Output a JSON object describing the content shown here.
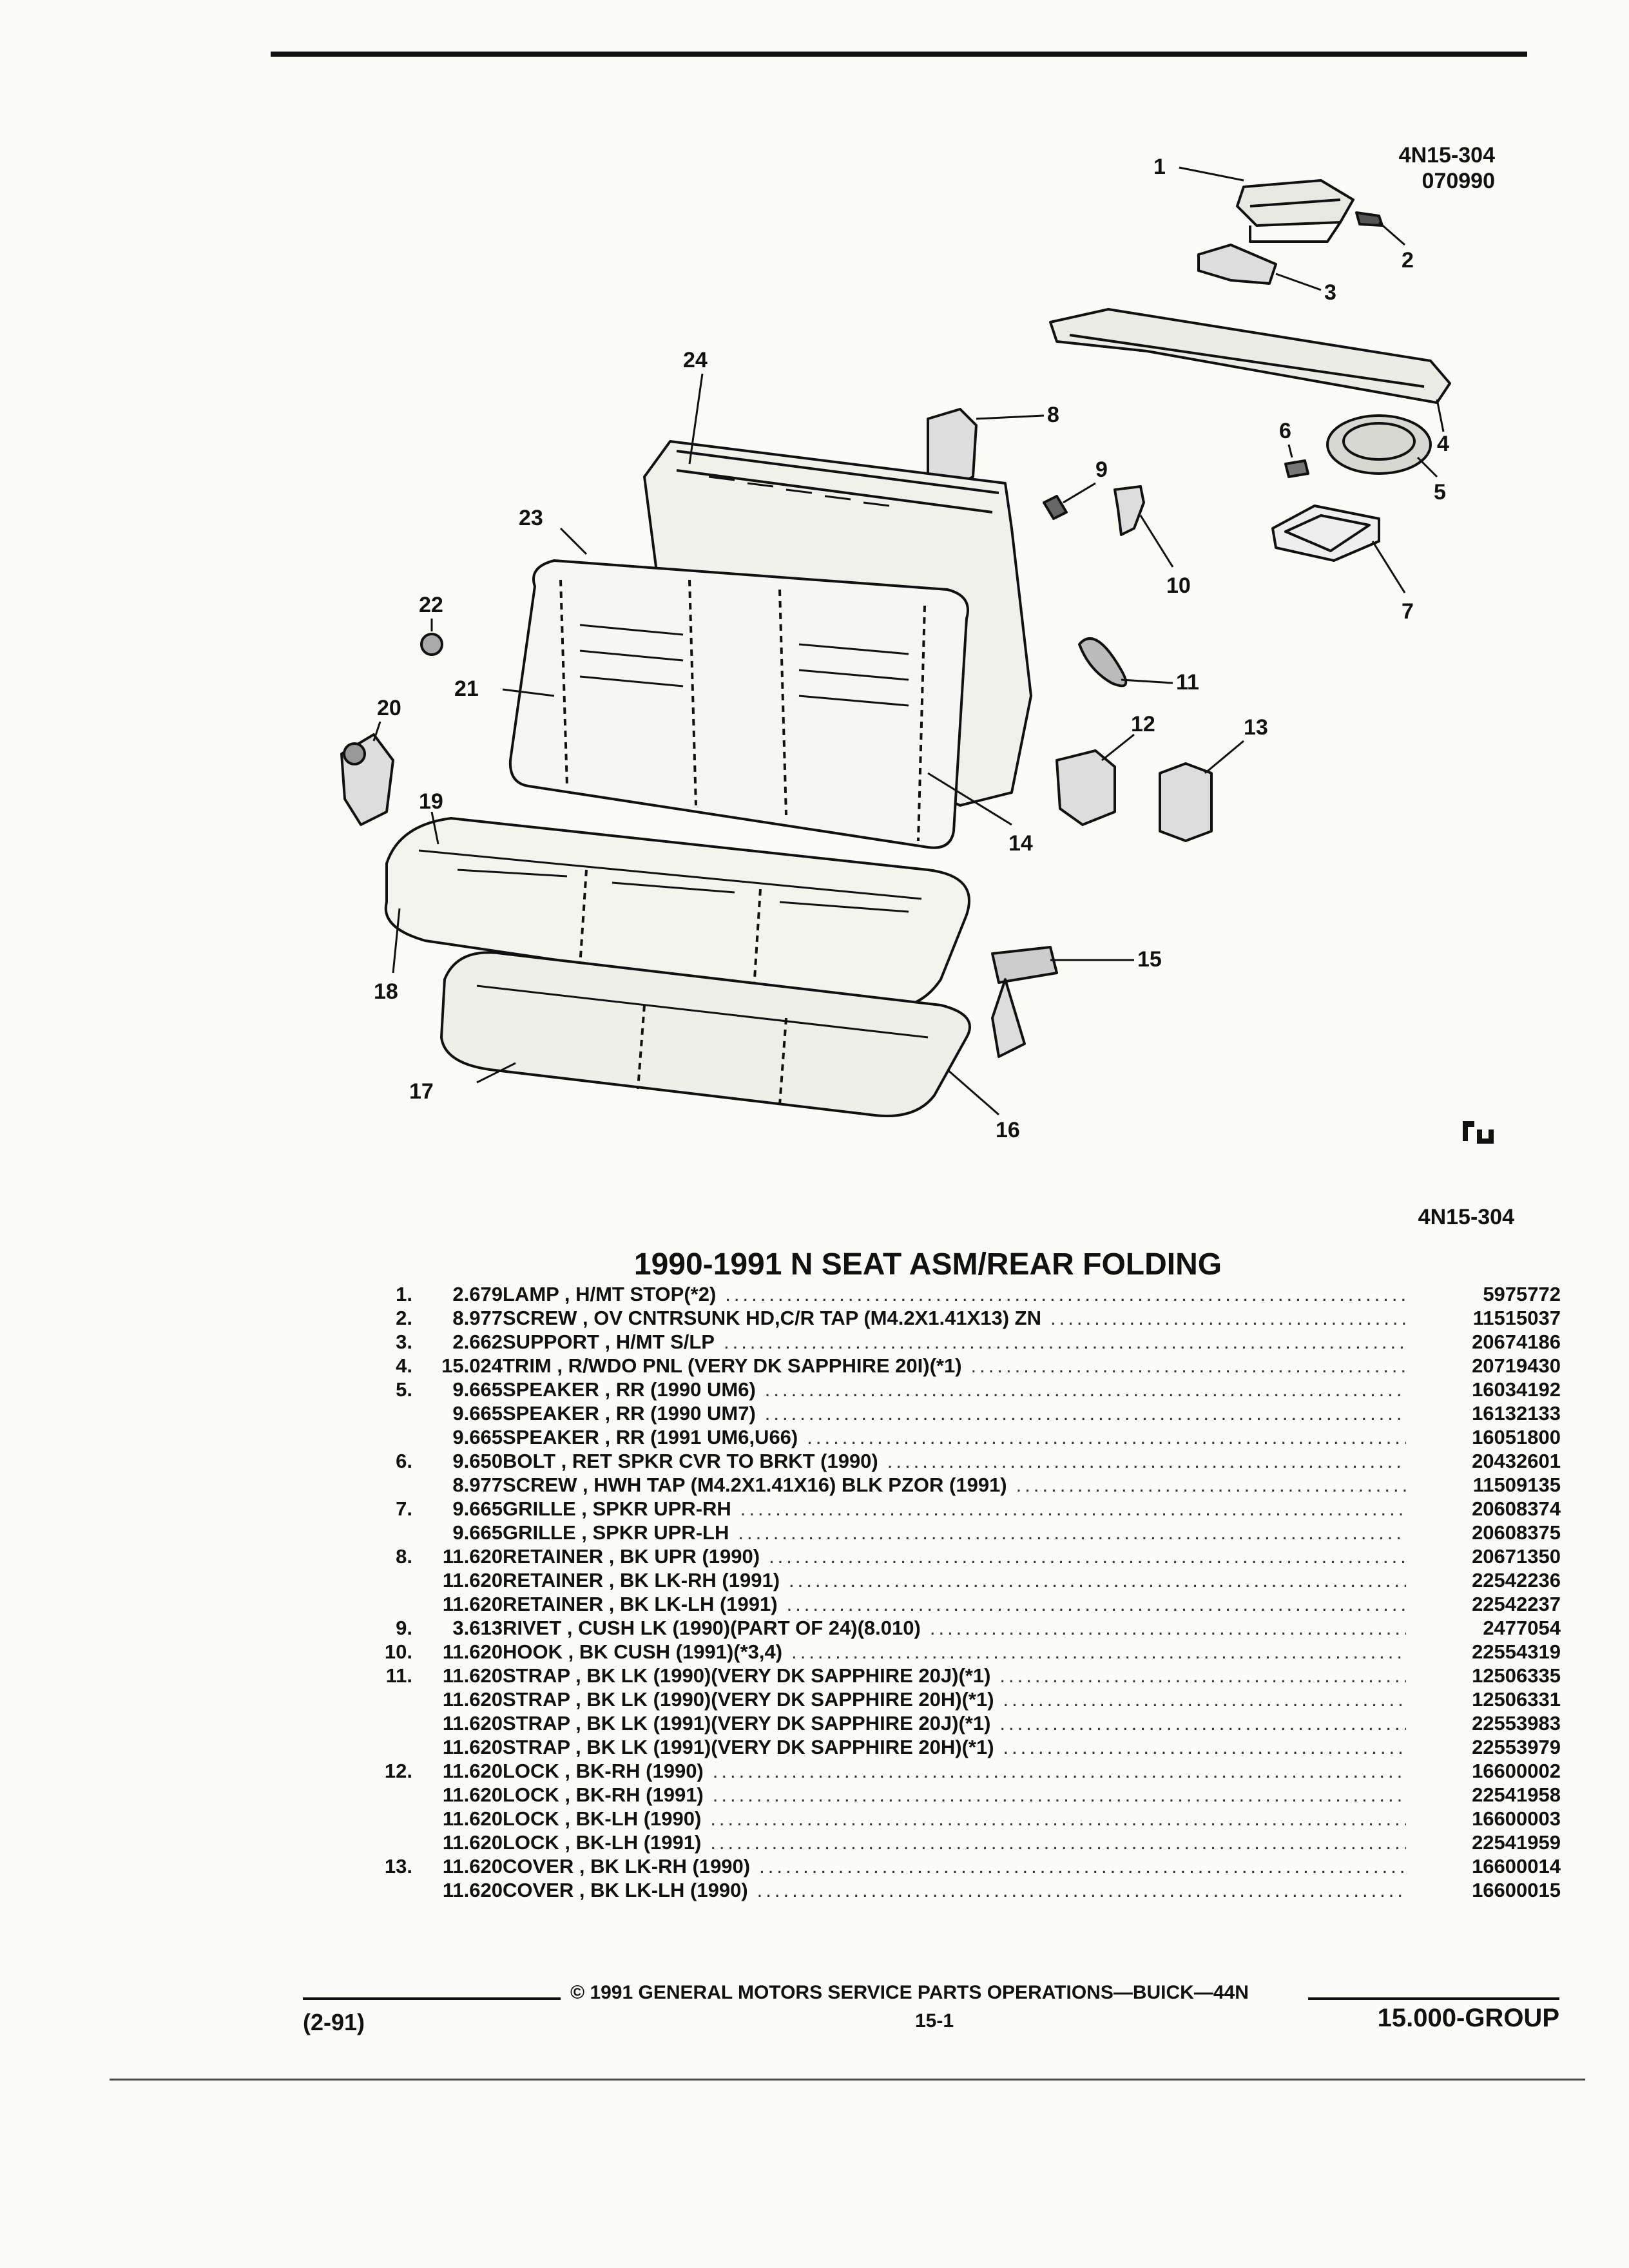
{
  "page": {
    "ref_code_top": "4N15-304",
    "ref_date_top": "070990",
    "ref_code_bottom": "4N15-304",
    "logo_mark": "GM",
    "title": "1990-1991 N SEAT ASM/REAR FOLDING"
  },
  "callouts": [
    "1",
    "2",
    "3",
    "4",
    "5",
    "6",
    "7",
    "8",
    "9",
    "10",
    "11",
    "12",
    "13",
    "14",
    "15",
    "16",
    "17",
    "18",
    "19",
    "20",
    "21",
    "22",
    "23",
    "24"
  ],
  "parts": [
    {
      "ref": "1.",
      "qty": "2.679",
      "desc": "LAMP , H/MT STOP(*2)",
      "part": "5975772"
    },
    {
      "ref": "2.",
      "qty": "8.977",
      "desc": "SCREW , OV CNTRSUNK HD,C/R TAP (M4.2X1.41X13) ZN",
      "part": "11515037"
    },
    {
      "ref": "3.",
      "qty": "2.662",
      "desc": "SUPPORT , H/MT S/LP",
      "part": "20674186"
    },
    {
      "ref": "4.",
      "qty": "15.024",
      "desc": "TRIM , R/WDO PNL (VERY DK SAPPHIRE 20I)(*1)",
      "part": "20719430"
    },
    {
      "ref": "5.",
      "qty": "9.665",
      "desc": "SPEAKER , RR (1990 UM6)",
      "part": "16034192"
    },
    {
      "ref": "",
      "qty": "9.665",
      "desc": "SPEAKER , RR (1990 UM7)",
      "part": "16132133"
    },
    {
      "ref": "",
      "qty": "9.665",
      "desc": "SPEAKER , RR (1991 UM6,U66)",
      "part": "16051800"
    },
    {
      "ref": "6.",
      "qty": "9.650",
      "desc": "BOLT , RET SPKR CVR TO BRKT (1990)",
      "part": "20432601"
    },
    {
      "ref": "",
      "qty": "8.977",
      "desc": "SCREW , HWH TAP (M4.2X1.41X16) BLK PZOR (1991)",
      "part": "11509135"
    },
    {
      "ref": "7.",
      "qty": "9.665",
      "desc": "GRILLE , SPKR UPR-RH",
      "part": "20608374"
    },
    {
      "ref": "",
      "qty": "9.665",
      "desc": "GRILLE , SPKR UPR-LH",
      "part": "20608375"
    },
    {
      "ref": "8.",
      "qty": "11.620",
      "desc": "RETAINER , BK UPR (1990)",
      "part": "20671350"
    },
    {
      "ref": "",
      "qty": "11.620",
      "desc": "RETAINER , BK LK-RH (1991)",
      "part": "22542236"
    },
    {
      "ref": "",
      "qty": "11.620",
      "desc": "RETAINER , BK LK-LH (1991)",
      "part": "22542237"
    },
    {
      "ref": "9.",
      "qty": "3.613",
      "desc": "RIVET , CUSH LK (1990)(PART OF 24)(8.010)",
      "part": "2477054"
    },
    {
      "ref": "10.",
      "qty": "11.620",
      "desc": "HOOK , BK CUSH (1991)(*3,4)",
      "part": "22554319"
    },
    {
      "ref": "11.",
      "qty": "11.620",
      "desc": "STRAP , BK LK (1990)(VERY DK SAPPHIRE 20J)(*1)",
      "part": "12506335"
    },
    {
      "ref": "",
      "qty": "11.620",
      "desc": "STRAP , BK LK (1990)(VERY DK SAPPHIRE 20H)(*1)",
      "part": "12506331"
    },
    {
      "ref": "",
      "qty": "11.620",
      "desc": "STRAP , BK LK (1991)(VERY DK SAPPHIRE 20J)(*1)",
      "part": "22553983"
    },
    {
      "ref": "",
      "qty": "11.620",
      "desc": "STRAP , BK LK (1991)(VERY DK SAPPHIRE 20H)(*1)",
      "part": "22553979"
    },
    {
      "ref": "12.",
      "qty": "11.620",
      "desc": "LOCK , BK-RH (1990)",
      "part": "16600002"
    },
    {
      "ref": "",
      "qty": "11.620",
      "desc": "LOCK , BK-RH (1991)",
      "part": "22541958"
    },
    {
      "ref": "",
      "qty": "11.620",
      "desc": "LOCK , BK-LH (1990)",
      "part": "16600003"
    },
    {
      "ref": "",
      "qty": "11.620",
      "desc": "LOCK , BK-LH (1991)",
      "part": "22541959"
    },
    {
      "ref": "13.",
      "qty": "11.620",
      "desc": "COVER , BK LK-RH (1990)",
      "part": "16600014"
    },
    {
      "ref": "",
      "qty": "11.620",
      "desc": "COVER , BK LK-LH (1990)",
      "part": "16600015"
    }
  ],
  "footer": {
    "copyright": "© 1991 GENERAL MOTORS SERVICE PARTS OPERATIONS—BUICK—44N",
    "date_code": "(2-91)",
    "page_number": "15-1",
    "group": "15.000-GROUP"
  }
}
